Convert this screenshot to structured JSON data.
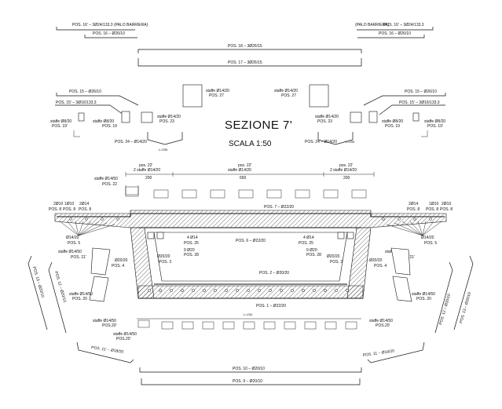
{
  "title": "SEZIONE 7'",
  "scale": "SCALA 1:50",
  "labels": {
    "p16p_l": "POS. 16' – 3Ø24/133.3",
    "palo_l": "(PALO BARRIERA)",
    "p16p_r": "POS. 16' – 3Ø24/133.3",
    "palo_r": "(PALO BARRIERA)",
    "p16_l": "POS. 16 – Ø26/10",
    "p16_r": "POS. 16 – Ø26/10",
    "p18": "POS. 18 – 3Ø26/15",
    "p17": "POS. 17 – 3Ø26/15",
    "p15_l": "POS. 15 – Ø26/10",
    "p15_r": "POS. 15 – Ø26/10",
    "p15p_l": "POS. 15' – 3Ø16/133.3",
    "p15p_r": "POS. 15' – 3Ø16/133.3",
    "st27_l": "staffe Ø14/20",
    "p27_l": "POS. 27",
    "st27_r": "staffe Ø14/20",
    "p27_r": "POS. 27",
    "st19_l": "staffe Ø8/20",
    "p19_l": "POS. 19",
    "st19p_l": "staffe Ø8/20",
    "p19p_l": "POS. 19'",
    "st19_r": "staffe Ø8/20",
    "p19_r": "POS. 19",
    "st19p_r": "staffe Ø8/20",
    "p19p_r": "POS. 19'",
    "st23_l": "staffe Ø14/20",
    "p23_l": "POS. 23",
    "st23_r": "staffe Ø14/20",
    "p23_r": "POS. 23",
    "p24_l": "POS. 24 – Ø14/20",
    "p24_r": "POS. 24 – Ø14/20",
    "l255_l": "L=255",
    "l255_r": "L=255",
    "p22p_l": "pos. 22'",
    "p22p_m": "pos. 22'",
    "p22p_r": "pos. 22'",
    "st22p_l": "2 staffe Ø14/20",
    "st22p_m": "staffe Ø14/20",
    "st22p_r": "2 staffe Ø14/20",
    "d200_l": "200",
    "d650": "650",
    "d200_r": "200",
    "st22": "staffe Ø14/50",
    "p22": "POS. 22",
    "p7": "POS. 7 – Ø22/20",
    "p6": "POS. 6 – Ø22/20",
    "p8_l1": "2Ø10",
    "p8_l2": "1Ø10",
    "p8_l3": "2Ø14",
    "p8_r1": "2Ø14",
    "p8_r2": "1Ø10",
    "p8_r3": "2Ø10",
    "pos8": "POS. 8",
    "p5_l": "Ø14/20",
    "pos5_l": "POS. 5",
    "p5_r": "Ø14/20",
    "pos5_r": "POS. 5",
    "p25_l": "4 Ø14",
    "pos25_l": "POS. 25",
    "p25_r": "4 Ø14",
    "pos25_r": "POS. 25",
    "p28_l": "9 Ø20",
    "pos28_l": "POS. 28",
    "p28_r": "9 Ø20",
    "pos28_r": "POS. 28",
    "p3_l": "Ø20/20",
    "pos3_l": "POS. 3",
    "p3_r": "Ø20/20",
    "pos3_r": "POS. 3",
    "st21_l": "staffe Ø14/50",
    "p21_l": "POS. 21'",
    "st21_r": "staffe Ø14/50",
    "p21_r": "POS. 21'",
    "p4_l": "Ø20/20",
    "pos4_l": "POS. 4",
    "p4_r": "Ø20/20",
    "pos4_r": "POS. 4",
    "p2": "POS. 2 – Ø20/20",
    "p1": "POS. 1 – Ø22/20",
    "st20_l": "staffe Ø14/50",
    "p20_l": "POS. 20",
    "st20_r": "staffe Ø14/50",
    "p20_r": "POS. 20",
    "st20b_l": "staffe Ø14/50",
    "p20b_l": "POS.20'",
    "st20b_r": "staffe Ø14/50",
    "p20b_r": "POS.20'",
    "st20c": "staffe Ø14/50",
    "p20c": "POS.20'",
    "p13_l": "POS. 13 – Ø20/10",
    "p12_l": "POS. 12 – Ø20/10",
    "p13_r": "POS. 13 – Ø20/10",
    "p12_r": "POS. 12 – Ø20/10",
    "p11_l": "POS. 11' – Ø18/20",
    "p11_r": "POS. 11 – Ø18/20",
    "p10": "POS. 10 – Ø20/10",
    "p9": "POS. 9 – Ø20/10",
    "l234": "L=234"
  }
}
